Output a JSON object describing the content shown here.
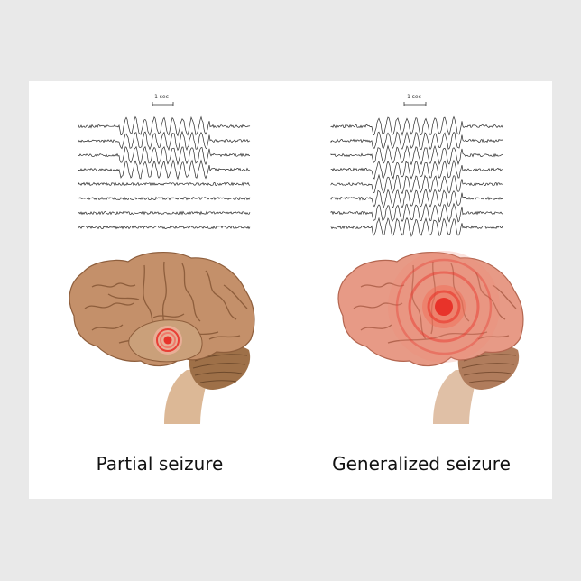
{
  "panels": [
    {
      "caption": "Partial seizure",
      "scale_label": "1 sec",
      "focus_icon": "target-rings-icon",
      "traces": 8,
      "active_traces": 4
    },
    {
      "caption": "Generalized seizure",
      "scale_label": "1 sec",
      "focus_icon": "target-rings-icon",
      "traces": 8,
      "active_traces": 8
    }
  ],
  "colors": {
    "background": "#e9e9e9",
    "poster": "#ffffff",
    "trace": "#2a2a2a",
    "brain_normal": "#c4906a",
    "brain_inflamed": "#e79a86",
    "stem": "#dcb896",
    "cerebellum": "#9e7048",
    "focus_red": "#e8332a"
  }
}
